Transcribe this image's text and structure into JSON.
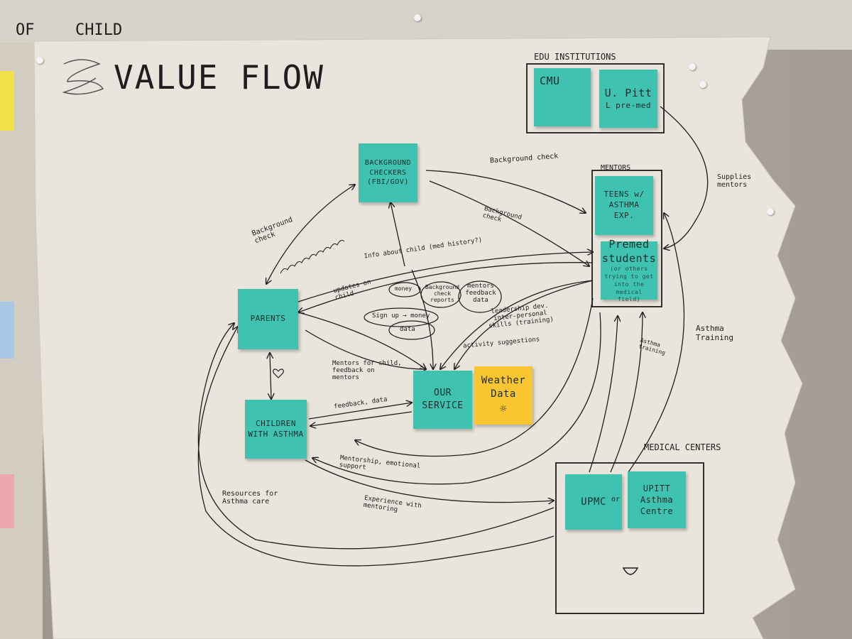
{
  "top_labels": {
    "of": "OF",
    "child": "CHILD"
  },
  "title": "VALUE FLOW",
  "groups": {
    "edu": "EDU INSTITUTIONS",
    "mentors": "MENTORS",
    "medical": "MEDICAL CENTERS"
  },
  "notes": {
    "cmu": "CMU",
    "upitt": "U. Pitt",
    "upitt_sub": "L pre-med",
    "background": "BACKGROUND CHECKERS (FBI/GOV)",
    "teens": "TEENS w/ ASTHMA EXP.",
    "premed": "Premed students",
    "premed_sub": "(or others trying to get into the medical field)",
    "parents": "PARENTS",
    "children": "CHILDREN WITH ASTHMA",
    "service": "OUR SERVICE",
    "weather": "Weather Data",
    "upmc": "UPMC",
    "or": "or",
    "upitt_asthma": "UPITT Asthma Centre"
  },
  "edge_labels": {
    "bg_check_top": "Background check",
    "bg_check_left": "Background check",
    "bg_check_mid": "Background check",
    "supplies": "Supplies mentors",
    "info_child": "Info about child (med history?)",
    "updates": "updates on child",
    "money": "money",
    "bg_reports": "Background check reports",
    "mentors_feedback": "mentors feedback data",
    "signup": "Sign up → money",
    "data": "data",
    "leadership": "leadership dev. inter-personal skills (training)",
    "activity": "activity suggestions",
    "mentors_child": "Mentors for child, feedback on mentors",
    "feedback_data": "feedback, data",
    "mentorship": "Mentorship, emotional support",
    "resources": "Resources for Asthma care",
    "experience": "Experience with mentoring",
    "asthma_training_short": "Asthma training",
    "asthma_training": "Asthma Training"
  },
  "colors": {
    "note_teal": "#3fc3b0",
    "note_yellow": "#f9c531",
    "paper": "#e9e5dc",
    "ink": "#1e1e1e"
  }
}
